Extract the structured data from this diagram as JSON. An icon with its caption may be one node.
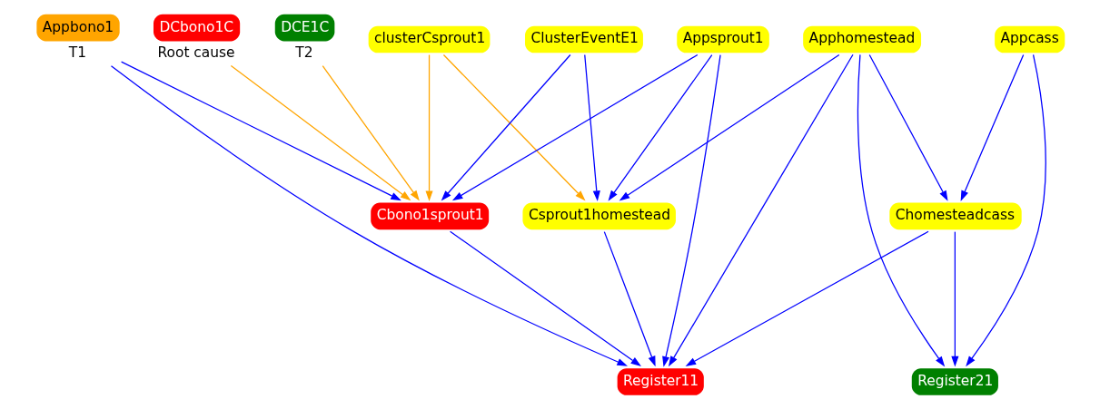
{
  "diagram": {
    "nodes": [
      {
        "text": [
          "Appbono1"
        ],
        "beside": [
          "T1"
        ]
      },
      {
        "text": [
          "DCbono1C"
        ],
        "beside": [
          "Root cause"
        ]
      },
      {
        "text": [
          "DCE1C"
        ],
        "beside": [
          "T2"
        ]
      },
      {
        "text": [
          "clusterCsprout1"
        ]
      },
      {
        "text": [
          "ClusterEventE1"
        ]
      },
      {
        "text": [
          "Appsprout1"
        ]
      },
      {
        "text": [
          "Apphomestead"
        ]
      },
      {
        "text": [
          "Appcass"
        ]
      },
      {
        "text": [
          "Cbono1sprout1"
        ]
      },
      {
        "text": [
          "Csprout1homestead"
        ]
      },
      {
        "text": [
          "Chomesteadcass"
        ]
      },
      {
        "text": [
          "Register11"
        ]
      },
      {
        "text": [
          "Register21"
        ]
      }
    ],
    "edges": [
      {
        "from": 0,
        "to": 8,
        "arrow": "to"
      },
      {
        "from": 0,
        "to": 11,
        "arrow": "to"
      },
      {
        "from": 1,
        "to": 8,
        "arrow": "to",
        "color": "#ffa500"
      },
      {
        "from": 2,
        "to": 8,
        "arrow": "to",
        "color": "#ffa500"
      },
      {
        "from": 3,
        "to": 8,
        "arrow": "to",
        "color": "#ffa500"
      },
      {
        "from": 3,
        "to": 9,
        "arrow": "to",
        "color": "#ffa500"
      },
      {
        "from": 4,
        "to": 8,
        "arrow": "to"
      },
      {
        "from": 4,
        "to": 9,
        "arrow": "to"
      },
      {
        "from": 5,
        "to": 8,
        "arrow": "to"
      },
      {
        "from": 5,
        "to": 9,
        "arrow": "to"
      },
      {
        "from": 5,
        "to": 11,
        "arrow": "to"
      },
      {
        "from": 6,
        "to": 9,
        "arrow": "to"
      },
      {
        "from": 6,
        "to": 10,
        "arrow": "to"
      },
      {
        "from": 6,
        "to": 11,
        "arrow": "to"
      },
      {
        "from": 6,
        "to": 12,
        "arrow": "to"
      },
      {
        "from": 7,
        "to": 10,
        "arrow": "to"
      },
      {
        "from": 7,
        "to": 12,
        "arrow": "to"
      },
      {
        "from": 8,
        "to": 11,
        "arrow": "to"
      },
      {
        "from": 9,
        "to": 11,
        "arrow": "to"
      },
      {
        "from": 10,
        "to": 11,
        "arrow": "to"
      },
      {
        "from": 10,
        "to": 12,
        "arrow": "to"
      }
    ]
  }
}
